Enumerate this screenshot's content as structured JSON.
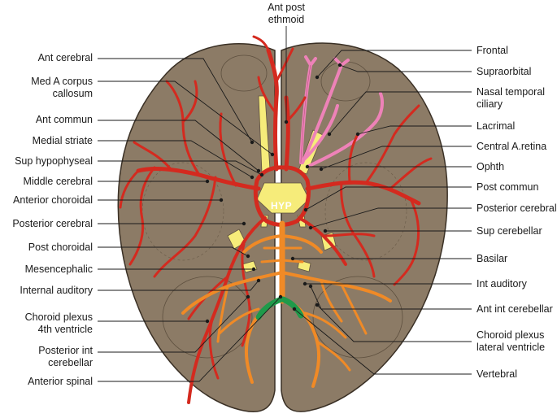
{
  "labels": {
    "top": [
      {
        "id": "ant-post-ethmoid",
        "text": "Ant post\nethmoid"
      }
    ],
    "left": [
      {
        "id": "ant-cerebral",
        "text": "Ant cerebral"
      },
      {
        "id": "med-a-corpus-callosum",
        "text": "Med A corpus\ncallosum"
      },
      {
        "id": "ant-commun",
        "text": "Ant commun"
      },
      {
        "id": "medial-striate",
        "text": "Medial striate"
      },
      {
        "id": "sup-hypophyseal",
        "text": "Sup hypophyseal"
      },
      {
        "id": "middle-cerebral",
        "text": "Middle cerebral"
      },
      {
        "id": "anterior-choroidal",
        "text": "Anterior choroidal"
      },
      {
        "id": "posterior-cerebral-left",
        "text": "Posterior cerebral"
      },
      {
        "id": "post-choroidal",
        "text": "Post choroidal"
      },
      {
        "id": "mesencephalic",
        "text": "Mesencephalic"
      },
      {
        "id": "internal-auditory",
        "text": "Internal auditory"
      },
      {
        "id": "choroid-plexus-4th",
        "text": "Choroid plexus\n4th ventricle"
      },
      {
        "id": "posterior-int-cerebellar",
        "text": "Posterior int\ncerebellar"
      },
      {
        "id": "anterior-spinal",
        "text": "Anterior spinal"
      }
    ],
    "right": [
      {
        "id": "frontal",
        "text": "Frontal"
      },
      {
        "id": "supraorbital",
        "text": "Supraorbital"
      },
      {
        "id": "nasal-temporal-ciliary",
        "text": "Nasal temporal\nciliary"
      },
      {
        "id": "lacrimal",
        "text": "Lacrimal"
      },
      {
        "id": "central-a-retina",
        "text": "Central A.retina"
      },
      {
        "id": "ophth",
        "text": "Ophth"
      },
      {
        "id": "post-commun",
        "text": "Post commun"
      },
      {
        "id": "posterior-cerebral-right",
        "text": "Posterior cerebral"
      },
      {
        "id": "sup-cerebellar",
        "text": "Sup cerebellar"
      },
      {
        "id": "basilar",
        "text": "Basilar"
      },
      {
        "id": "int-auditory",
        "text": "Int auditory"
      },
      {
        "id": "ant-int-cerebellar",
        "text": "Ant int cerebellar"
      },
      {
        "id": "choroid-plexus-lateral",
        "text": "Choroid plexus\nlateral ventricle"
      },
      {
        "id": "vertebral",
        "text": "Vertebral"
      }
    ]
  },
  "hyp_label": "HYP",
  "colors": {
    "brain": "#8c7b66",
    "brain_outline": "#3a3025",
    "artery": "#d42a1f",
    "artery_outline": "#7a1410",
    "posterior_artery": "#f08a26",
    "ophthalmic": "#ee82b8",
    "nerve": "#f6ec7a",
    "vertebral": "#1f9a4a",
    "leader": "#1a1a1a"
  }
}
